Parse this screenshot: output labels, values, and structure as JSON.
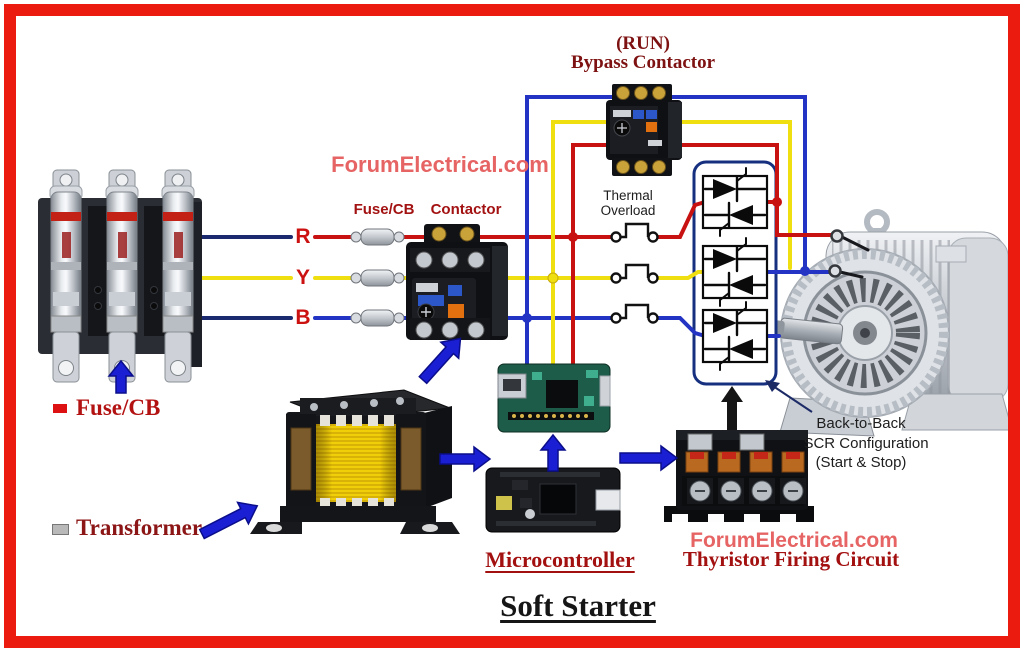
{
  "labels": {
    "run": "(RUN)",
    "bypass_contactor": "Bypass Contactor",
    "watermark_top": "ForumElectrical.com",
    "fuse_cb": "Fuse/CB",
    "contactor": "Contactor",
    "thermal_line1": "Thermal",
    "thermal_line2": "Overload",
    "phase_r": "R",
    "phase_y": "Y",
    "phase_b": "B",
    "legend_fuse": "Fuse/CB",
    "legend_transformer": "Transformer",
    "scr_note_line1": "Back-to-Back",
    "scr_note_line2": "SCR Configuration",
    "scr_note_line3": "(Start & Stop)",
    "watermark_bottom": "ForumElectrical.com",
    "thyristor_firing": "Thyristor Firing Circuit",
    "microcontroller": "Microcontroller",
    "title": "Soft Starter"
  },
  "colors": {
    "wire_red": "#c81212",
    "wire_yellow": "#f0df10",
    "wire_blue": "#2334c4",
    "wire_navy": "#1b2a6e",
    "maroon": "#7e1212",
    "label_red": "#a31212",
    "bright_red": "#cc1111",
    "watermark_pink": "#e66464",
    "arrow_blue": "#1a1fd4",
    "scr_box_blue": "#16307f",
    "frame": "#ec1b10"
  }
}
